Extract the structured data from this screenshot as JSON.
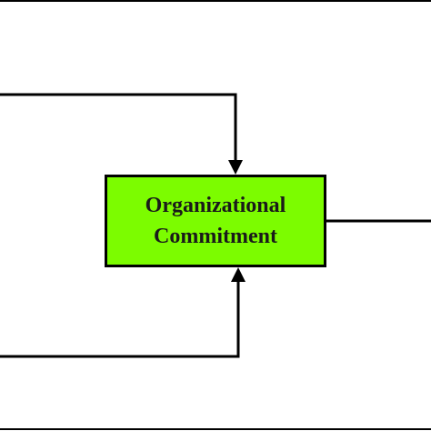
{
  "diagram": {
    "central_node": {
      "line1": "Organizational",
      "line2": "Commitment",
      "fill_color": "#7cfc00",
      "border_color": "#000000"
    },
    "connectors": [
      {
        "from": "left-input-top",
        "to": "central_node",
        "arrow": "down-into-top"
      },
      {
        "from": "left-input-bottom",
        "to": "central_node",
        "arrow": "up-into-bottom"
      },
      {
        "from": "central_node",
        "to": "right-output",
        "arrow": "none"
      }
    ],
    "line_color": "#000000"
  }
}
